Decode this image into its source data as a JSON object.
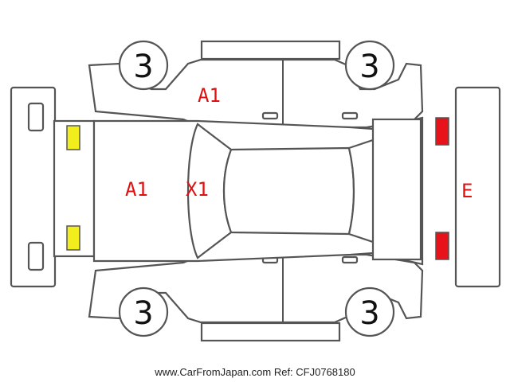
{
  "tire_labels": {
    "front_left": "3",
    "rear_left": "3",
    "front_right": "3",
    "rear_right": "3"
  },
  "damage_codes": {
    "left_front_door": "A1",
    "hood": "A1",
    "windshield": "X1",
    "rear_bumper": "E"
  },
  "lamp_colors": {
    "front": "#f2ee1d",
    "rear": "#e8121b"
  },
  "footer": {
    "text": "www.CarFromJapan.com Ref: CFJ0768180"
  }
}
